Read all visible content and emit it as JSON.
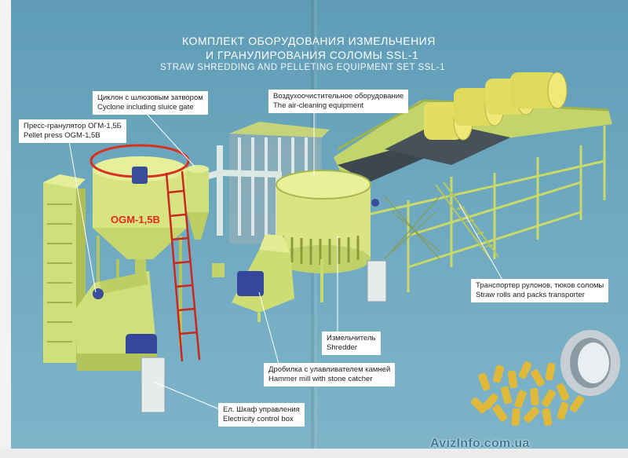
{
  "title": {
    "ru_line1": "КОМПЛЕКТ ОБОРУДОВАНИЯ ИЗМЕЛЬЧЕНИЯ",
    "ru_line2": "И ГРАНУЛИРОВАНИЯ СОЛОМЫ SSL-1",
    "en": "STRAW SHREDDING AND PELLETING EQUIPMENT SET SSL-1"
  },
  "labels": {
    "pellet_press": {
      "ru": "Пресс-гранулятор ОГМ-1,5Б",
      "en": "Pellet press OGM-1,5B"
    },
    "cyclone": {
      "ru": "Циклон с шлюзовым затвором",
      "en": "Cyclone including sluice gate"
    },
    "air_cleaning": {
      "ru": "Воздухоочистительное оборудование",
      "en": "The air-cleaning equipment"
    },
    "transporter": {
      "ru": "Транспортер рулонов, тюков соломы",
      "en": "Straw rolls and packs transporter"
    },
    "shredder": {
      "ru": "Измельчитель",
      "en": "Shredder"
    },
    "hammer_mill": {
      "ru": "Дробилка с улавливателем камней",
      "en": "Hammer mill with stone catcher"
    },
    "control_box": {
      "ru": "Ел. Шкаф управления",
      "en": "Electricity control box"
    }
  },
  "model_label": "OGM-1,5B",
  "watermark": "AvizInfo.com.ua",
  "colors": {
    "background": "#6aa6be",
    "machinery": "#cfe07a",
    "machinery_shade": "#a9bd4e",
    "straw_roll": "#e3dd63",
    "belt": "#3d4750",
    "motor": "#3a4d9c",
    "ladder": "#c8281e",
    "pellets": "#e0b93a"
  }
}
